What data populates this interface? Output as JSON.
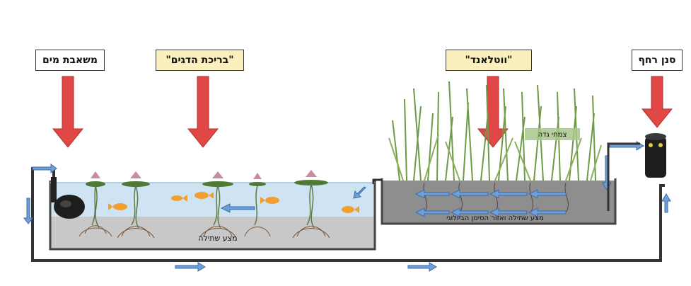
{
  "labels": {
    "pump": "משאבת מים",
    "fish_pond": "\"בריכת הדגים\"",
    "wetland": "\"ווטלאנד\"",
    "pre_filter": "סנן רחף"
  },
  "annotations": {
    "fish_pond_substrate": "מצע שתילה",
    "wetland_substrate": "מצע שתילה ואזור הסינון הביולוגי",
    "reeds": "צמחי גדה"
  },
  "colors": {
    "arrow_red": "#e04848",
    "flow_arrow_blue": "#6f9fd8",
    "water": "#cfe4f2",
    "substrate": "#c8c8c8",
    "wetland_bed": "#8e8e8e",
    "label_yellow": "#fbf0bd",
    "pipe": "#333333",
    "reed_green": "#6f9a4a"
  }
}
